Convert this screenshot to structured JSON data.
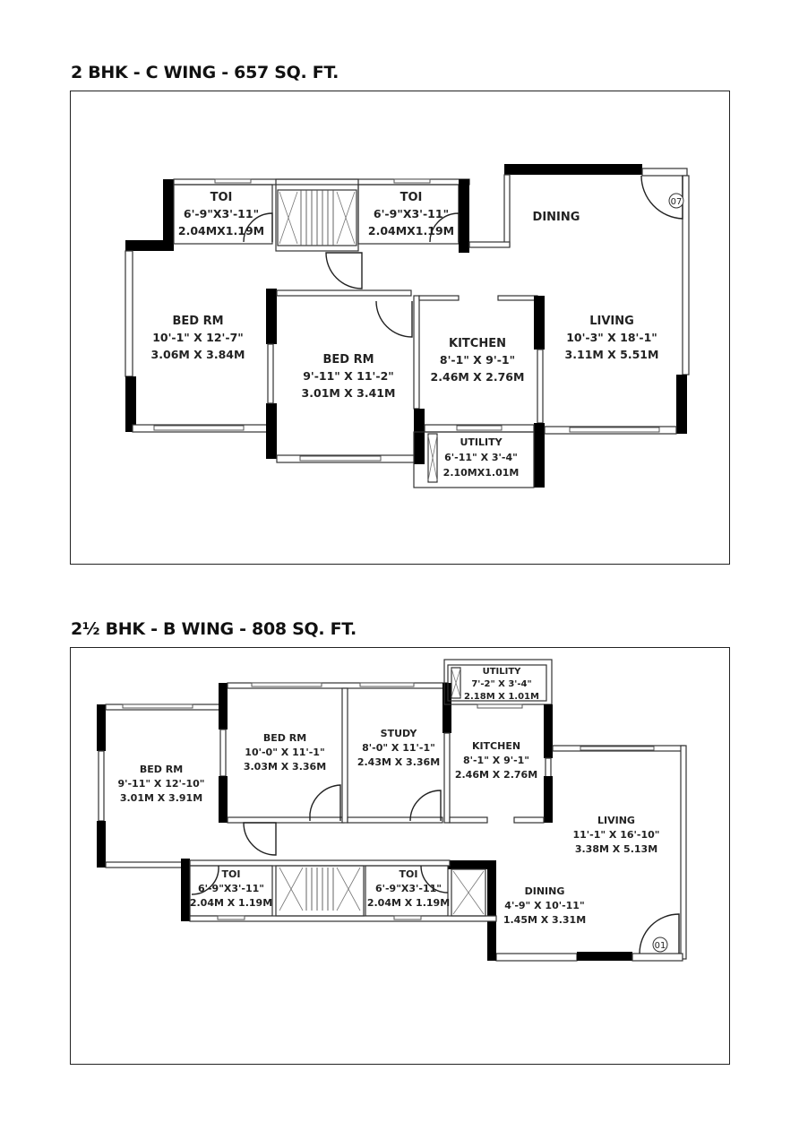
{
  "plans": [
    {
      "title": "2 BHK - C  WING - 657 SQ. FT.",
      "entrance_tag": "07",
      "rooms": [
        {
          "name": "TOI",
          "dim_ft": "6'-9\"X3'-11\"",
          "dim_m": "2.04MX1.19M"
        },
        {
          "name": "TOI",
          "dim_ft": "6'-9\"X3'-11\"",
          "dim_m": "2.04MX1.19M"
        },
        {
          "name": "DINING",
          "dim_ft": "",
          "dim_m": ""
        },
        {
          "name": "BED RM",
          "dim_ft": "10'-1\" X 12'-7\"",
          "dim_m": "3.06M X 3.84M"
        },
        {
          "name": "BED RM",
          "dim_ft": "9'-11\" X 11'-2\"",
          "dim_m": "3.01M X 3.41M"
        },
        {
          "name": "KITCHEN",
          "dim_ft": "8'-1\" X 9'-1\"",
          "dim_m": "2.46M X 2.76M"
        },
        {
          "name": "LIVING",
          "dim_ft": "10'-3\" X 18'-1\"",
          "dim_m": "3.11M X 5.51M"
        },
        {
          "name": "UTILITY",
          "dim_ft": "6'-11\" X 3'-4\"",
          "dim_m": "2.10MX1.01M"
        }
      ]
    },
    {
      "title": "2½ BHK - B  WING - 808 SQ. FT.",
      "entrance_tag": "01",
      "rooms": [
        {
          "name": "UTILITY",
          "dim_ft": "7'-2\" X 3'-4\"",
          "dim_m": "2.18M X 1.01M"
        },
        {
          "name": "BED RM",
          "dim_ft": "10'-0\" X 11'-1\"",
          "dim_m": "3.03M X 3.36M"
        },
        {
          "name": "STUDY",
          "dim_ft": "8'-0\" X 11'-1\"",
          "dim_m": "2.43M X 3.36M"
        },
        {
          "name": "KITCHEN",
          "dim_ft": "8'-1\" X 9'-1\"",
          "dim_m": "2.46M X 2.76M"
        },
        {
          "name": "BED RM",
          "dim_ft": "9'-11\" X 12'-10\"",
          "dim_m": "3.01M X 3.91M"
        },
        {
          "name": "LIVING",
          "dim_ft": "11'-1\" X 16'-10\"",
          "dim_m": "3.38M X 5.13M"
        },
        {
          "name": "TOI",
          "dim_ft": "6'-9\"X3'-11\"",
          "dim_m": "2.04M X 1.19M"
        },
        {
          "name": "TOI",
          "dim_ft": "6'-9\"X3'-11\"",
          "dim_m": "2.04M X 1.19M"
        },
        {
          "name": "DINING",
          "dim_ft": "4'-9\" X 10'-11\"",
          "dim_m": "1.45M X 3.31M"
        }
      ]
    }
  ]
}
